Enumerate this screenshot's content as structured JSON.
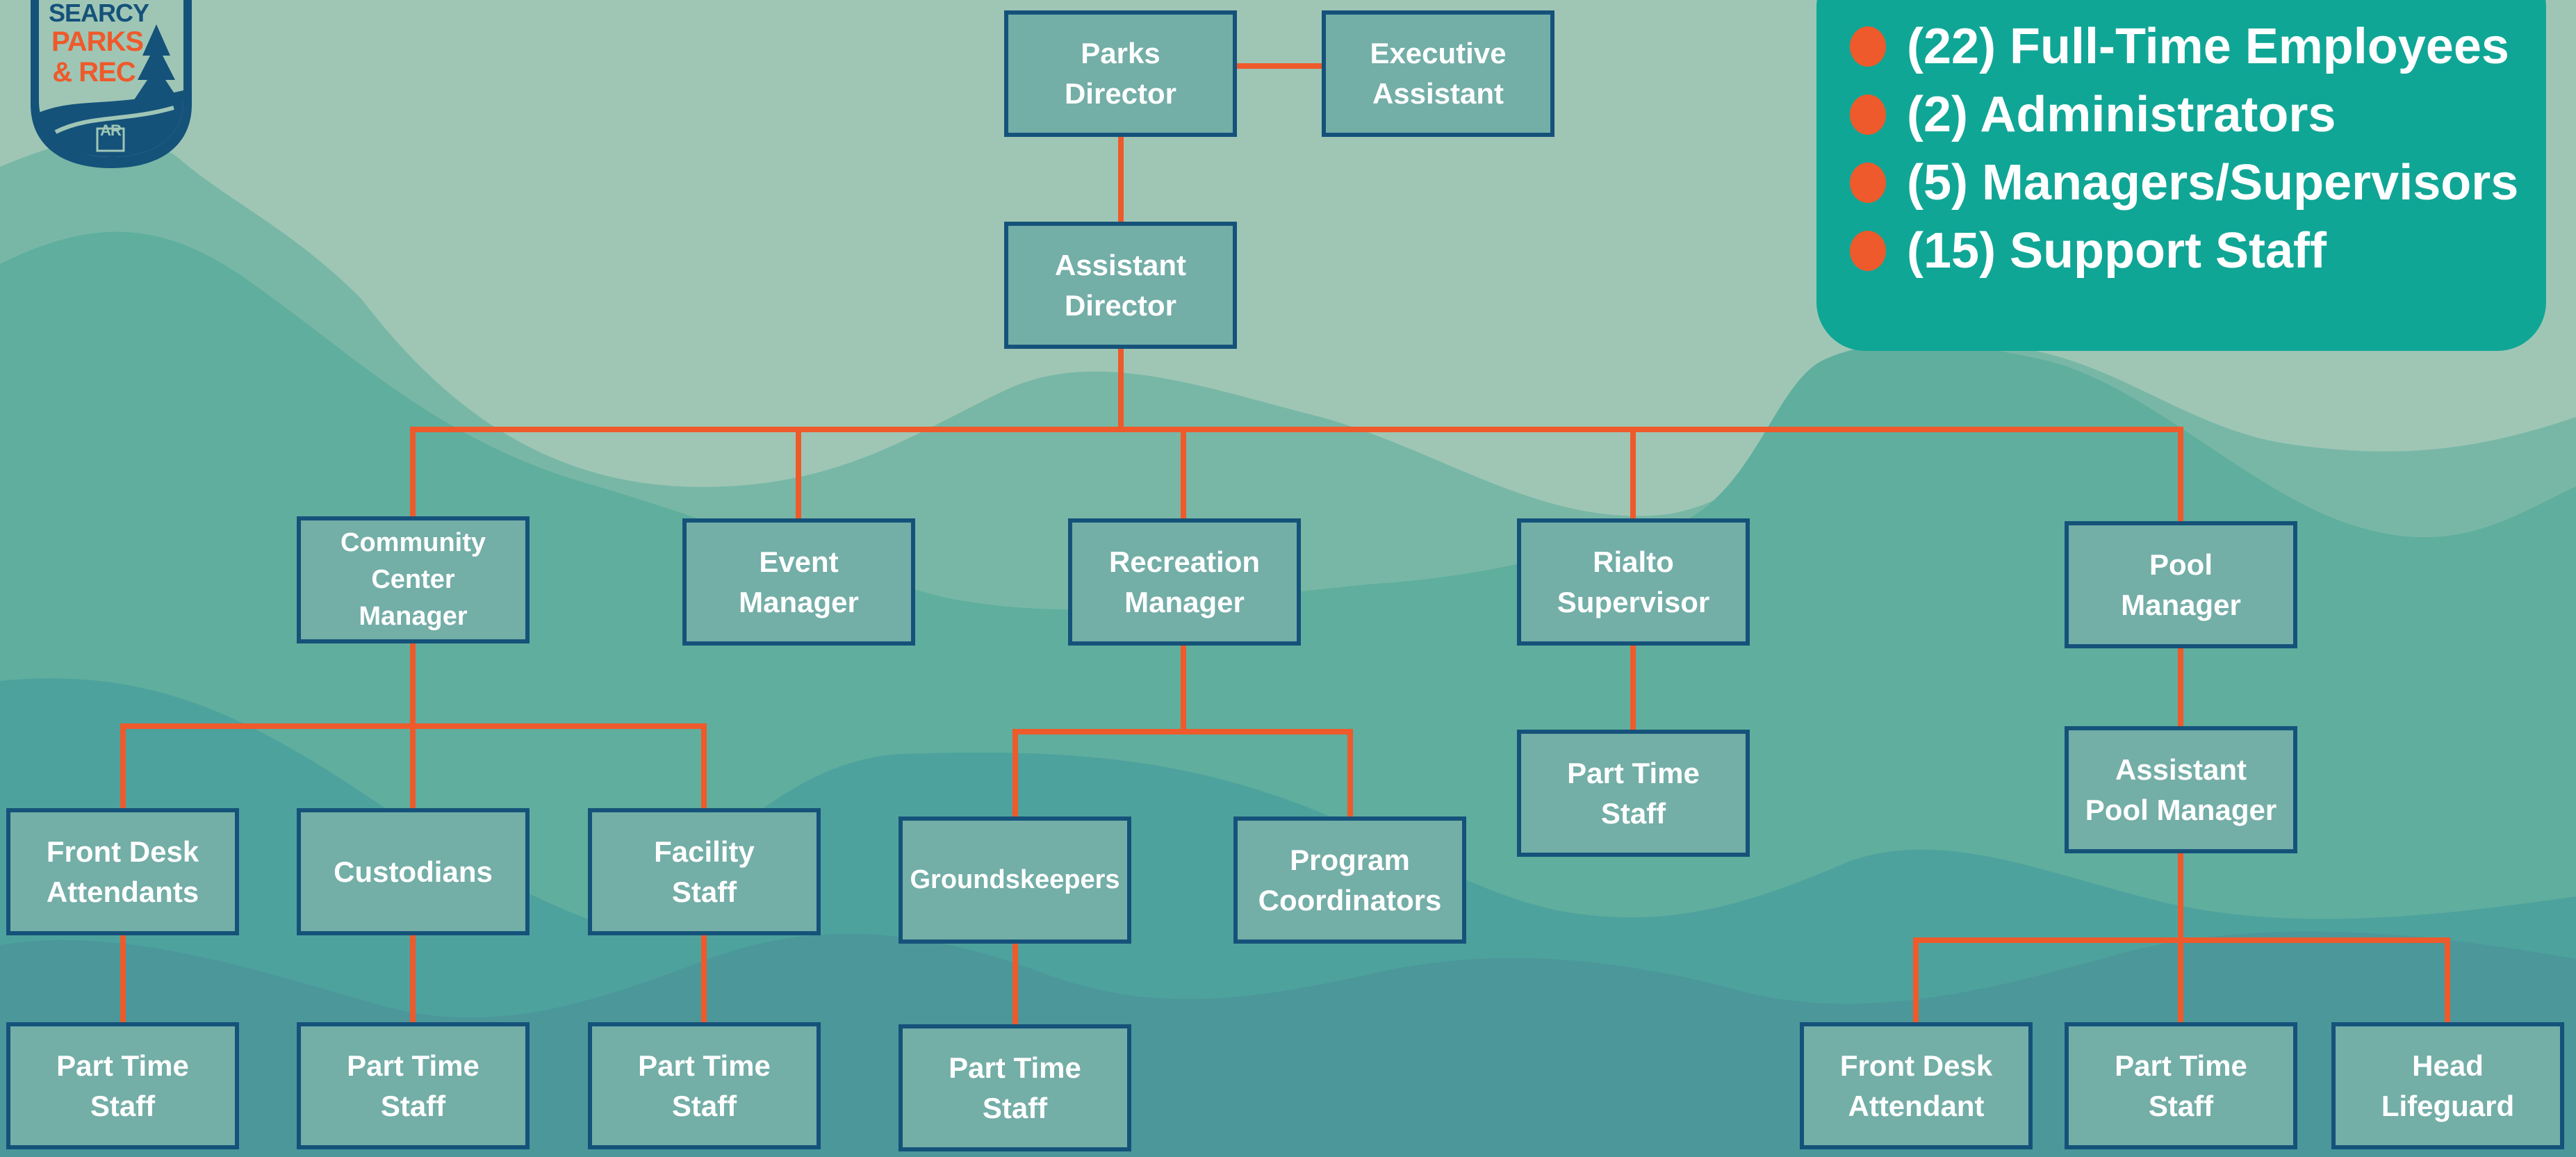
{
  "logo": {
    "line1": "SEARCY",
    "line2": "PARKS",
    "line3": "& REC",
    "state": "AR"
  },
  "legend": [
    "(22) Full-Time Employees",
    "(2) Administrators",
    "(5) Managers/Supervisors",
    "(15) Support Staff"
  ],
  "nodes": {
    "parks_director": "Parks\nDirector",
    "executive_assistant": "Executive\nAssistant",
    "assistant_director": "Assistant\nDirector",
    "community_center_manager": "Community\nCenter\nManager",
    "event_manager": "Event\nManager",
    "recreation_manager": "Recreation\nManager",
    "rialto_supervisor": "Rialto\nSupervisor",
    "pool_manager": "Pool\nManager",
    "front_desk_attendants": "Front Desk\nAttendants",
    "custodians": "Custodians",
    "facility_staff": "Facility\nStaff",
    "groundskeepers": "Groundskeepers",
    "program_coordinators": "Program\nCoordinators",
    "rialto_part_time": "Part Time\nStaff",
    "assistant_pool_manager": "Assistant\nPool Manager",
    "fda_part_time": "Part Time\nStaff",
    "custodians_part_time": "Part Time\nStaff",
    "facility_part_time": "Part Time\nStaff",
    "groundskeepers_part_time": "Part Time\nStaff",
    "pool_front_desk_attendant": "Front Desk\nAttendant",
    "pool_part_time": "Part Time\nStaff",
    "head_lifeguard": "Head\nLifeguard"
  },
  "colors": {
    "line": "#ee5a2b",
    "box_fill": "#73aea7",
    "box_border": "#15527a",
    "legend_fill": "#10a696",
    "sky": "#9fc6b5"
  }
}
